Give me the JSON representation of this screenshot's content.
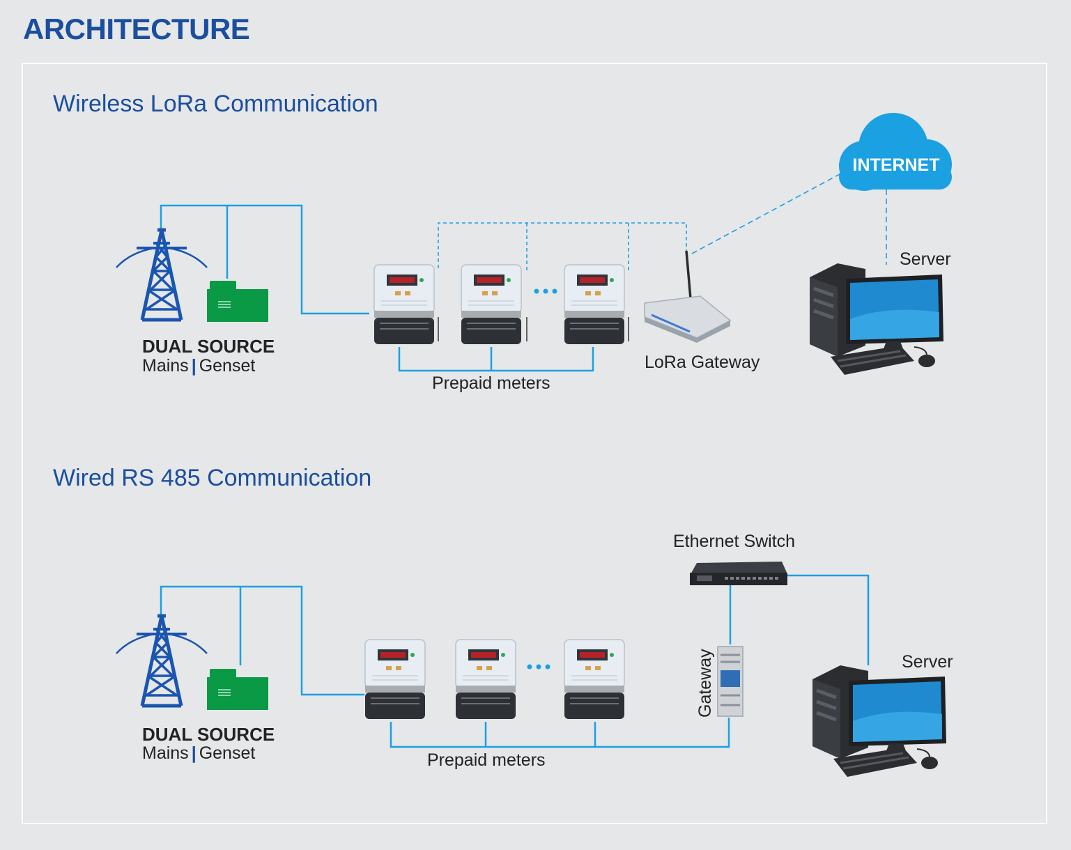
{
  "page_title": "ARCHITECTURE",
  "colors": {
    "title": "#1a4e9e",
    "line": "#1ba0e2",
    "genset": "#0a9a46",
    "tower": "#1a55b0",
    "cloud": "#1ba0e2"
  },
  "wireless": {
    "title": "Wireless LoRa Communication",
    "source_title": "DUAL SOURCE",
    "source_mains": "Mains",
    "source_genset": "Genset",
    "meters_label": "Prepaid meters",
    "gateway_label": "LoRa Gateway",
    "cloud_label": "INTERNET",
    "server_label": "Server",
    "ellipsis": "..."
  },
  "wired": {
    "title": "Wired RS 485 Communication",
    "source_title": "DUAL SOURCE",
    "source_mains": "Mains",
    "source_genset": "Genset",
    "meters_label": "Prepaid meters",
    "gateway_label": "Gateway",
    "switch_label": "Ethernet Switch",
    "server_label": "Server",
    "ellipsis": "..."
  },
  "icons": [
    "transmission-tower-icon",
    "generator-icon",
    "prepaid-meter-icon",
    "lora-router-icon",
    "cloud-icon",
    "server-computer-icon",
    "ethernet-switch-icon",
    "din-gateway-icon"
  ]
}
